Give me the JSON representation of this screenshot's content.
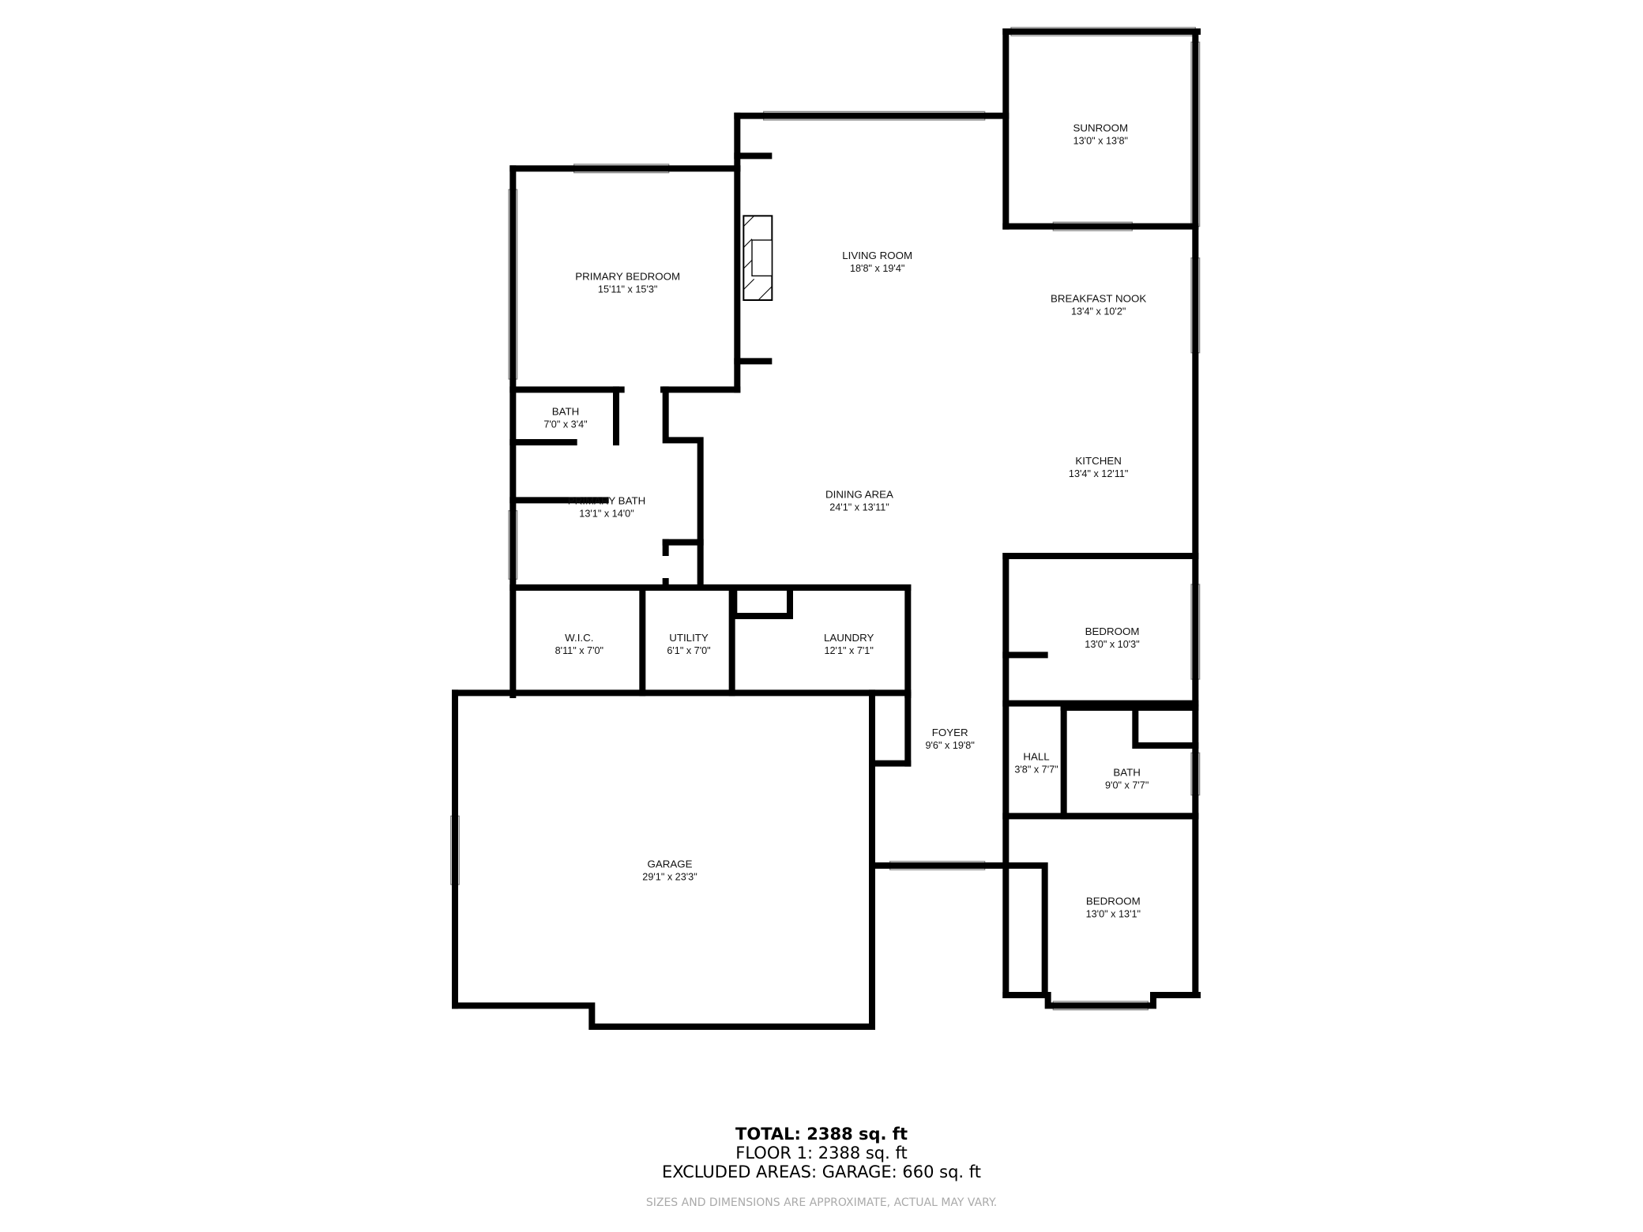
{
  "rooms": [
    {
      "name": "SUNROOM",
      "dims": "13'0\" x 13'8\""
    },
    {
      "name": "LIVING ROOM",
      "dims": "18'8\" x 19'4\""
    },
    {
      "name": "PRIMARY BEDROOM",
      "dims": "15'11\" x 15'3\""
    },
    {
      "name": "BREAKFAST NOOK",
      "dims": "13'4\" x 10'2\""
    },
    {
      "name": "BATH",
      "dims": "7'0\" x 3'4\""
    },
    {
      "name": "KITCHEN",
      "dims": "13'4\" x 12'11\""
    },
    {
      "name": "PRIMARY BATH",
      "dims": "13'1\" x 14'0\""
    },
    {
      "name": "DINING AREA",
      "dims": "24'1\" x 13'11\""
    },
    {
      "name": "BEDROOM",
      "dims": "13'0\" x 10'3\""
    },
    {
      "name": "W.I.C.",
      "dims": "8'11\" x 7'0\""
    },
    {
      "name": "UTILITY",
      "dims": "6'1\" x 7'0\""
    },
    {
      "name": "LAUNDRY",
      "dims": "12'1\" x 7'1\""
    },
    {
      "name": "FOYER",
      "dims": "9'6\" x 19'8\""
    },
    {
      "name": "HALL",
      "dims": "3'8\" x 7'7\""
    },
    {
      "name": "BATH",
      "dims": "9'0\" x 7'7\""
    },
    {
      "name": "GARAGE",
      "dims": "29'1\" x 23'3\""
    },
    {
      "name": "BEDROOM",
      "dims": "13'0\" x 13'1\""
    }
  ],
  "summary": {
    "total": "TOTAL: 2388 sq. ft",
    "floor": "FLOOR 1: 2388 sq. ft",
    "excluded": "EXCLUDED AREAS: GARAGE: 660 sq. ft",
    "disclaimer": "SIZES AND DIMENSIONS ARE APPROXIMATE, ACTUAL MAY VARY."
  }
}
